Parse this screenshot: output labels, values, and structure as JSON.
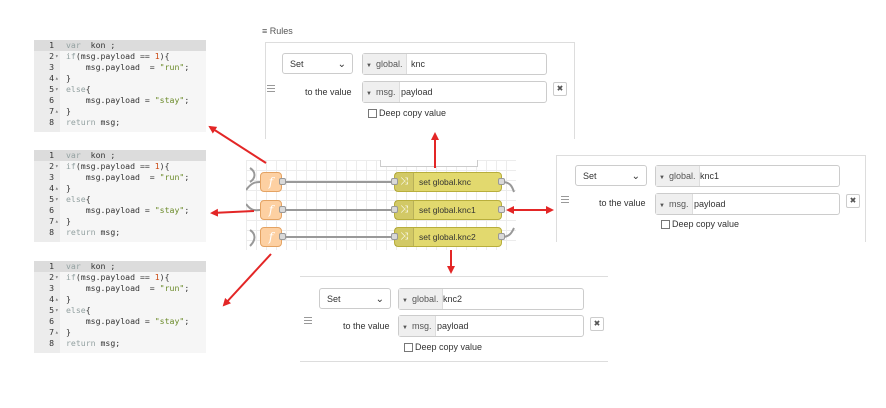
{
  "code_editors": [
    {
      "lines": [
        {
          "n": "1",
          "fold": "",
          "code": "var  kon ;"
        },
        {
          "n": "2",
          "fold": "▾",
          "code": "if(msg.payload == 1){"
        },
        {
          "n": "3",
          "fold": "",
          "code": "    msg.payload  = \"run\";"
        },
        {
          "n": "4",
          "fold": "▴",
          "code": "}"
        },
        {
          "n": "5",
          "fold": "▾",
          "code": "else{"
        },
        {
          "n": "6",
          "fold": "",
          "code": "    msg.payload = \"stay\";"
        },
        {
          "n": "7",
          "fold": "▴",
          "code": "}"
        },
        {
          "n": "8",
          "fold": "",
          "code": "return msg;"
        }
      ]
    },
    {
      "lines": [
        {
          "n": "1",
          "fold": "",
          "code": "var  kon ;"
        },
        {
          "n": "2",
          "fold": "▾",
          "code": "if(msg.payload == 1){"
        },
        {
          "n": "3",
          "fold": "",
          "code": "    msg.payload  = \"run\";"
        },
        {
          "n": "4",
          "fold": "▴",
          "code": "}"
        },
        {
          "n": "5",
          "fold": "▾",
          "code": "else{"
        },
        {
          "n": "6",
          "fold": "",
          "code": "    msg.payload = \"stay\";"
        },
        {
          "n": "7",
          "fold": "▴",
          "code": "}"
        },
        {
          "n": "8",
          "fold": "",
          "code": "return msg;"
        }
      ]
    },
    {
      "lines": [
        {
          "n": "1",
          "fold": "",
          "code": "var  kon ;"
        },
        {
          "n": "2",
          "fold": "▾",
          "code": "if(msg.payload == 1){"
        },
        {
          "n": "3",
          "fold": "",
          "code": "    msg.payload  = \"run\";"
        },
        {
          "n": "4",
          "fold": "▴",
          "code": "}"
        },
        {
          "n": "5",
          "fold": "▾",
          "code": "else{"
        },
        {
          "n": "6",
          "fold": "",
          "code": "    msg.payload = \"stay\";"
        },
        {
          "n": "7",
          "fold": "▴",
          "code": "}"
        },
        {
          "n": "8",
          "fold": "",
          "code": "return msg;"
        }
      ]
    }
  ],
  "rules_label": "Rules",
  "rule_panels": [
    {
      "action": "Set",
      "target_type": "global.",
      "target": "knc",
      "to_label": "to the value",
      "value_type": "msg.",
      "value": "payload",
      "deep_copy": "Deep copy value",
      "delete_label": "✖"
    },
    {
      "action": "Set",
      "target_type": "global.",
      "target": "knc1",
      "to_label": "to the value",
      "value_type": "msg.",
      "value": "payload",
      "deep_copy": "Deep copy value",
      "delete_label": "✖"
    },
    {
      "action": "Set",
      "target_type": "global.",
      "target": "knc2",
      "to_label": "to the value",
      "value_type": "msg.",
      "value": "payload",
      "deep_copy": "Deep copy value",
      "delete_label": "✖"
    }
  ],
  "flow": {
    "function_icon": "f",
    "change_nodes": [
      {
        "label": "set global.knc"
      },
      {
        "label": "set global.knc1"
      },
      {
        "label": "set global.knc2"
      }
    ]
  },
  "colors": {
    "arrow": "#e32626",
    "function_node": "#fdd0a2",
    "change_node": "#e2d96e"
  }
}
